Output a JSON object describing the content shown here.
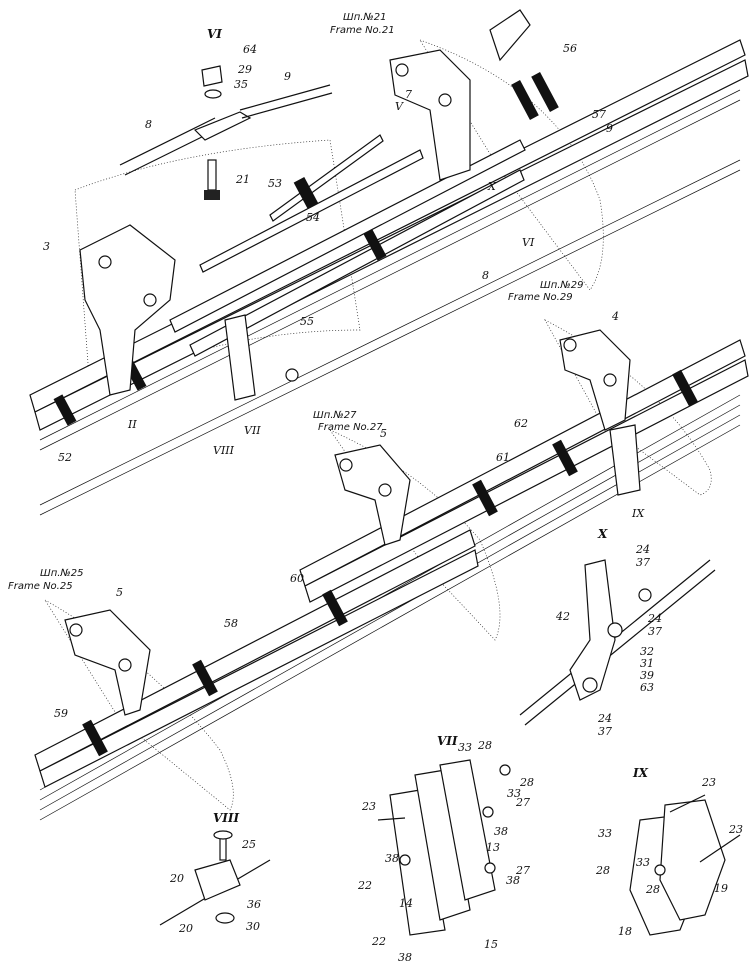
{
  "frames": [
    {
      "ru": "Шп.№21",
      "en": "Frame No.21"
    },
    {
      "ru": "Шп.№29",
      "en": "Frame No.29"
    },
    {
      "ru": "Шп.№27",
      "en": "Frame No.27"
    },
    {
      "ru": "Шп.№25",
      "en": "Frame No.25"
    }
  ],
  "detail_titles": [
    "VI",
    "VII",
    "VIII",
    "IX",
    "X"
  ],
  "detail_refs": [
    "II",
    "V",
    "VI",
    "VII",
    "VIII",
    "IX",
    "X"
  ],
  "callouts": {
    "vi": [
      "64",
      "29",
      "35",
      "9",
      "8",
      "21"
    ],
    "main_top": [
      "53",
      "54",
      "55",
      "3",
      "52",
      "56",
      "57",
      "9",
      "8",
      "7",
      "4",
      "5",
      "61",
      "62"
    ],
    "main_bottom": [
      "5",
      "60",
      "58",
      "59"
    ],
    "x_detail": [
      "24",
      "37",
      "42",
      "24",
      "37",
      "32",
      "31",
      "39",
      "63",
      "24",
      "37"
    ],
    "vii_detail": [
      "33",
      "28",
      "28",
      "33",
      "27",
      "38",
      "23",
      "38",
      "22",
      "14",
      "13",
      "27",
      "38",
      "22",
      "38",
      "15"
    ],
    "viii_detail": [
      "25",
      "20",
      "36",
      "20",
      "30"
    ],
    "ix_detail": [
      "23",
      "23",
      "33",
      "28",
      "33",
      "28",
      "19",
      "18"
    ]
  }
}
